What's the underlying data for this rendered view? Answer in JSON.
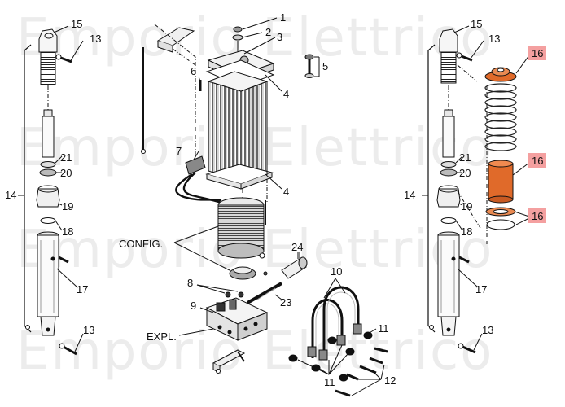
{
  "watermark": {
    "row1": "Emporio Elettrico",
    "row2": "Emporio Elettrico",
    "row3": "Emporio Elettrico",
    "row4": "Emporio Elettrico"
  },
  "callouts": {
    "c1": "1",
    "c2": "2",
    "c3": "3",
    "c4a": "4",
    "c4b": "4",
    "c5": "5",
    "c6": "6",
    "c7": "7",
    "c8": "8",
    "c9": "9",
    "c10": "10",
    "c11a": "11",
    "c11b": "11",
    "c12": "12",
    "c13a": "13",
    "c13b": "13",
    "c13c": "13",
    "c13d": "13",
    "c14a": "14",
    "c14b": "14",
    "c15a": "15",
    "c15b": "15",
    "c16a": "16",
    "c16b": "16",
    "c16c": "16",
    "c17a": "17",
    "c17b": "17",
    "c18a": "18",
    "c18b": "18",
    "c19a": "19",
    "c19b": "19",
    "c20a": "20",
    "c20b": "20",
    "c21a": "21",
    "c21b": "21",
    "c23": "23",
    "c24": "24"
  },
  "text_labels": {
    "config": "CONFIG.",
    "expl": "EXPL."
  },
  "colors": {
    "highlight": "#f4a0a0",
    "part_orange": "#e06a2a",
    "line": "#111111",
    "watermark": "#ececec"
  }
}
